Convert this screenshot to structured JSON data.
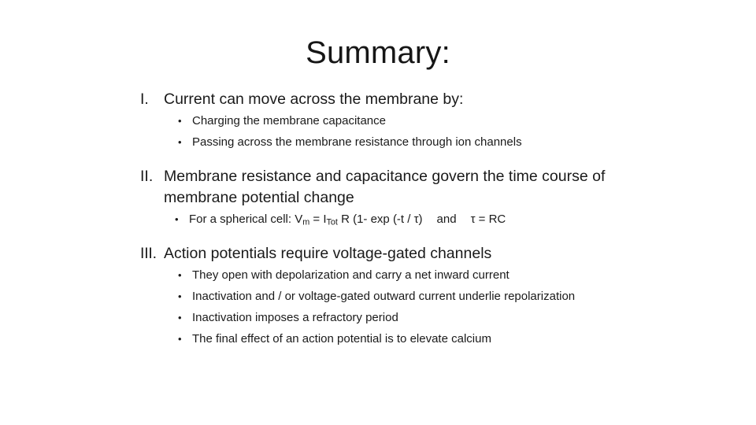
{
  "slide": {
    "title": "Summary:",
    "background_color": "#ffffff",
    "text_color": "#1a1a1a",
    "sections": [
      {
        "marker": "I.",
        "heading": "Current can move across the membrane by:",
        "bullets": [
          {
            "text": "Charging the membrane capacitance"
          },
          {
            "text": "Passing across the membrane resistance through ion channels"
          }
        ]
      },
      {
        "marker": "II.",
        "heading": "Membrane resistance and capacitance govern the time course of membrane potential change",
        "bullets": [
          {
            "formula": true,
            "lead": "For a spherical cell: ",
            "v_symbol": "V",
            "v_sub": "m",
            "eq1": " = ",
            "i_symbol": "I",
            "i_sub": "Tot",
            "expr": " R (1- exp (-t / τ)",
            "conj": "and",
            "tail": "τ = RC",
            "text": "For a spherical cell: Vm = ITot R (1- exp (-t / τ)   and   τ = RC"
          }
        ]
      },
      {
        "marker": "III.",
        "heading": "Action potentials require voltage-gated channels",
        "bullets": [
          {
            "text": "They open with depolarization and carry a net inward current"
          },
          {
            "text": "Inactivation and / or voltage-gated outward current underlie repolarization"
          },
          {
            "text": "Inactivation imposes a refractory period"
          },
          {
            "text": "The final effect of an action potential is to elevate calcium"
          }
        ]
      }
    ],
    "bullet_glyph": "•"
  }
}
